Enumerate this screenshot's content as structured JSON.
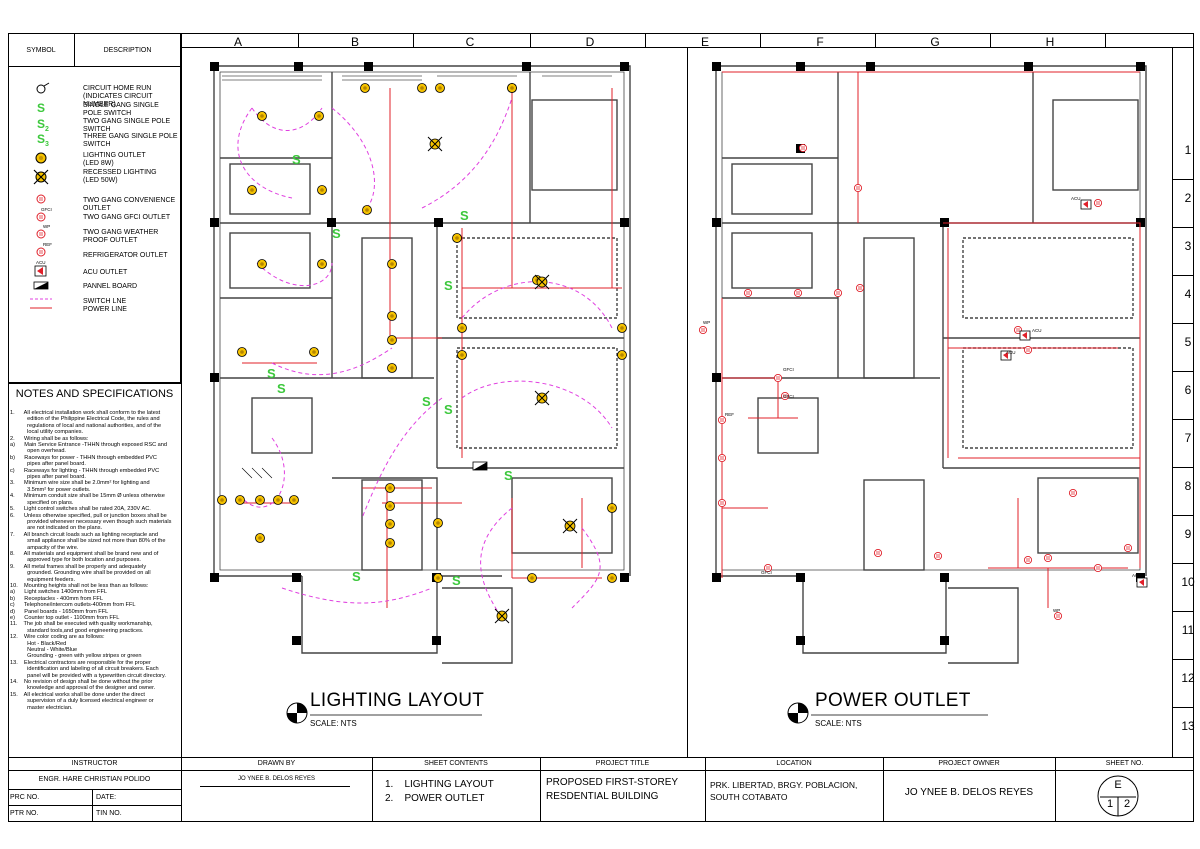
{
  "legend": {
    "symbol_header": "SYMBOL",
    "description_header": "DESCRIPTION",
    "items": [
      {
        "icon": "home-run-icon",
        "text": "CIRCUIT HOME RUN (INDICATES CIRCUIT NUMBER)"
      },
      {
        "icon": "single-switch-icon",
        "glyph": "S",
        "text": "SINGLE GANG SINGLE POLE SWITCH"
      },
      {
        "icon": "two-gang-switch-icon",
        "glyph": "S2",
        "text": "TWO GANG SINGLE POLE SWITCH"
      },
      {
        "icon": "three-gang-switch-icon",
        "glyph": "S3",
        "text": "THREE GANG SINGLE POLE SWITCH"
      },
      {
        "icon": "lighting-outlet-icon",
        "text": "LIGHTING OUTLET\n(LED 8W)"
      },
      {
        "icon": "recessed-lighting-icon",
        "text": "RECESSED LIGHTING\n(LED 50W)"
      },
      {
        "icon": "convenience-outlet-icon",
        "text": "TWO GANG CONVENIENCE OUTLET"
      },
      {
        "icon": "gfci-outlet-icon",
        "tag": "GFCI",
        "text": "TWO GANG GFCI OUTLET"
      },
      {
        "icon": "weatherproof-outlet-icon",
        "tag": "WP",
        "text": "TWO GANG WEATHER PROOF OUTLET"
      },
      {
        "icon": "refrigerator-outlet-icon",
        "tag": "REF",
        "text": "REFRIGERATOR OUTLET"
      },
      {
        "icon": "acu-outlet-icon",
        "tag": "ACU",
        "text": "ACU OUTLET"
      },
      {
        "icon": "panel-board-icon",
        "text": "PANNEL BOARD"
      },
      {
        "icon": "switch-line-icon",
        "text": "SWITCH LNE\nPOWER LINE"
      }
    ]
  },
  "notes": {
    "title": "NOTES AND SPECIFICATIONS",
    "lines": [
      "1.      All electrical installation work shall conform to the latest\n           edition of the Philippine Electrical Code, the rules and\n           regulations of local and national authorities, and of the\n           local utility companies.",
      "2.      Wiring shall be as follows:",
      "a)      Main Service Entrance -THHN through exposed RSC and\n           open overhead.",
      "b)      Raceways for power - THHN through embedded PVC\n           pipes after panel board.",
      "c)      Raceways for lighting - THHN through embedded PVC\n           pipes after panel board.",
      "3.      Minimum wire size shall be 2.0mm² for lighting and\n           3.5mm² for power outlets.",
      "4.      Minimum conduit size shall be 15mm Ø unless otherwise\n           specified on plans.",
      "5.      Light control switches shall be rated 20A, 230V AC.",
      "6.      Unless otherwise specified, pull or junction boxes shall be\n           provided whenever necessary even though such materials\n           are not indicated on the plans.",
      "7.      All branch circuit loads such as lighting receptacle and\n           small appliance shall be sized not more than 80% of the\n           ampacity of the wire.",
      "8.      All materials and equipment shall be brand new and of\n           approved type for both location and purposes.",
      "9.      All metal frames shall be properly and adequately\n           grounded. Grounding wire shall be provided on all\n           equipment feeders.",
      "10.    Mounting heights shall not be less than as follows:",
      "a)      Light switches 1400mm from FFL",
      "b)      Receptacles - 400mm from FFL",
      "c)      Telephone/intercom outlets-400mm from FFL",
      "d)      Panel boards - 1650mm from FFL",
      "e)      Counter top outlet - 1100mm from FFL",
      "11.    The job shall be executed with quality workmanship,\n           standard tools,and good engineering practices.",
      "12.    Wire color coding are as follows:\n           Hot - Black/Red\n           Neutral - White/Blue\n           Grounding - green with yellow stripes or green",
      "13.    Electrical contractors are responsible for the proper\n           identification and labeling of all circuit breakers. Each\n           panel will be provided with a typewritten circuit directory.",
      "14.    No revision of design shall be done without the prior\n           knowledge and approval of the designer and owner.",
      "15.    All electrical works shall be done under the direct\n           supervision of a duly licensed electrical engineer or\n           master electrician."
    ]
  },
  "grid": {
    "columns": [
      "A",
      "B",
      "C",
      "D",
      "E",
      "F",
      "G",
      "H"
    ],
    "rows": [
      "1",
      "2",
      "3",
      "4",
      "5",
      "6",
      "7",
      "8",
      "9",
      "10",
      "11",
      "12",
      "13"
    ]
  },
  "drawings": {
    "lighting_title": "LIGHTING LAYOUT",
    "lighting_scale": "SCALE: NTS",
    "power_title": "POWER OUTLET",
    "power_scale": "SCALE: NTS",
    "switch_label": "S",
    "tags": {
      "gfci": "GFCI",
      "wp": "WP",
      "ref": "REF",
      "acu": "ACU"
    }
  },
  "title_block": {
    "instructor_label": "INSTRUCTOR",
    "instructor_name": "ENGR. HARE CHRISTIAN POLIDO",
    "prc_label": "PRC NO.",
    "date_label": "DATE:",
    "ptr_label": "PTR NO.",
    "tin_label": "TIN NO.",
    "drawn_by_label": "DRAWN BY",
    "drawn_by_name": "JO YNEE B. DELOS REYES",
    "sheet_contents_label": "SHEET CONTENTS",
    "sheet_contents": [
      "1.    LIGHTING LAYOUT",
      "2.    POWER OUTLET"
    ],
    "project_title_label": "PROJECT TITLE",
    "project_title": [
      "PROPOSED FIRST-STOREY",
      "RESDENTIAL BUILDING"
    ],
    "location_label": "LOCATION",
    "location": [
      "PRK. LIBERTAD, BRGY. POBLACION,",
      "SOUTH COTABATO"
    ],
    "owner_label": "PROJECT OWNER",
    "owner_name": "JO YNEE B. DELOS REYES",
    "sheet_no_label": "SHEET NO.",
    "sheet_letter": "E",
    "sheet_num": "1",
    "sheet_total": "2"
  },
  "colors": {
    "wire_red": "#e0202a",
    "switch_line": "#e040e0",
    "switch_green": "#3cc83c",
    "light_yellow": "#f5c200",
    "ink": "#000000"
  }
}
